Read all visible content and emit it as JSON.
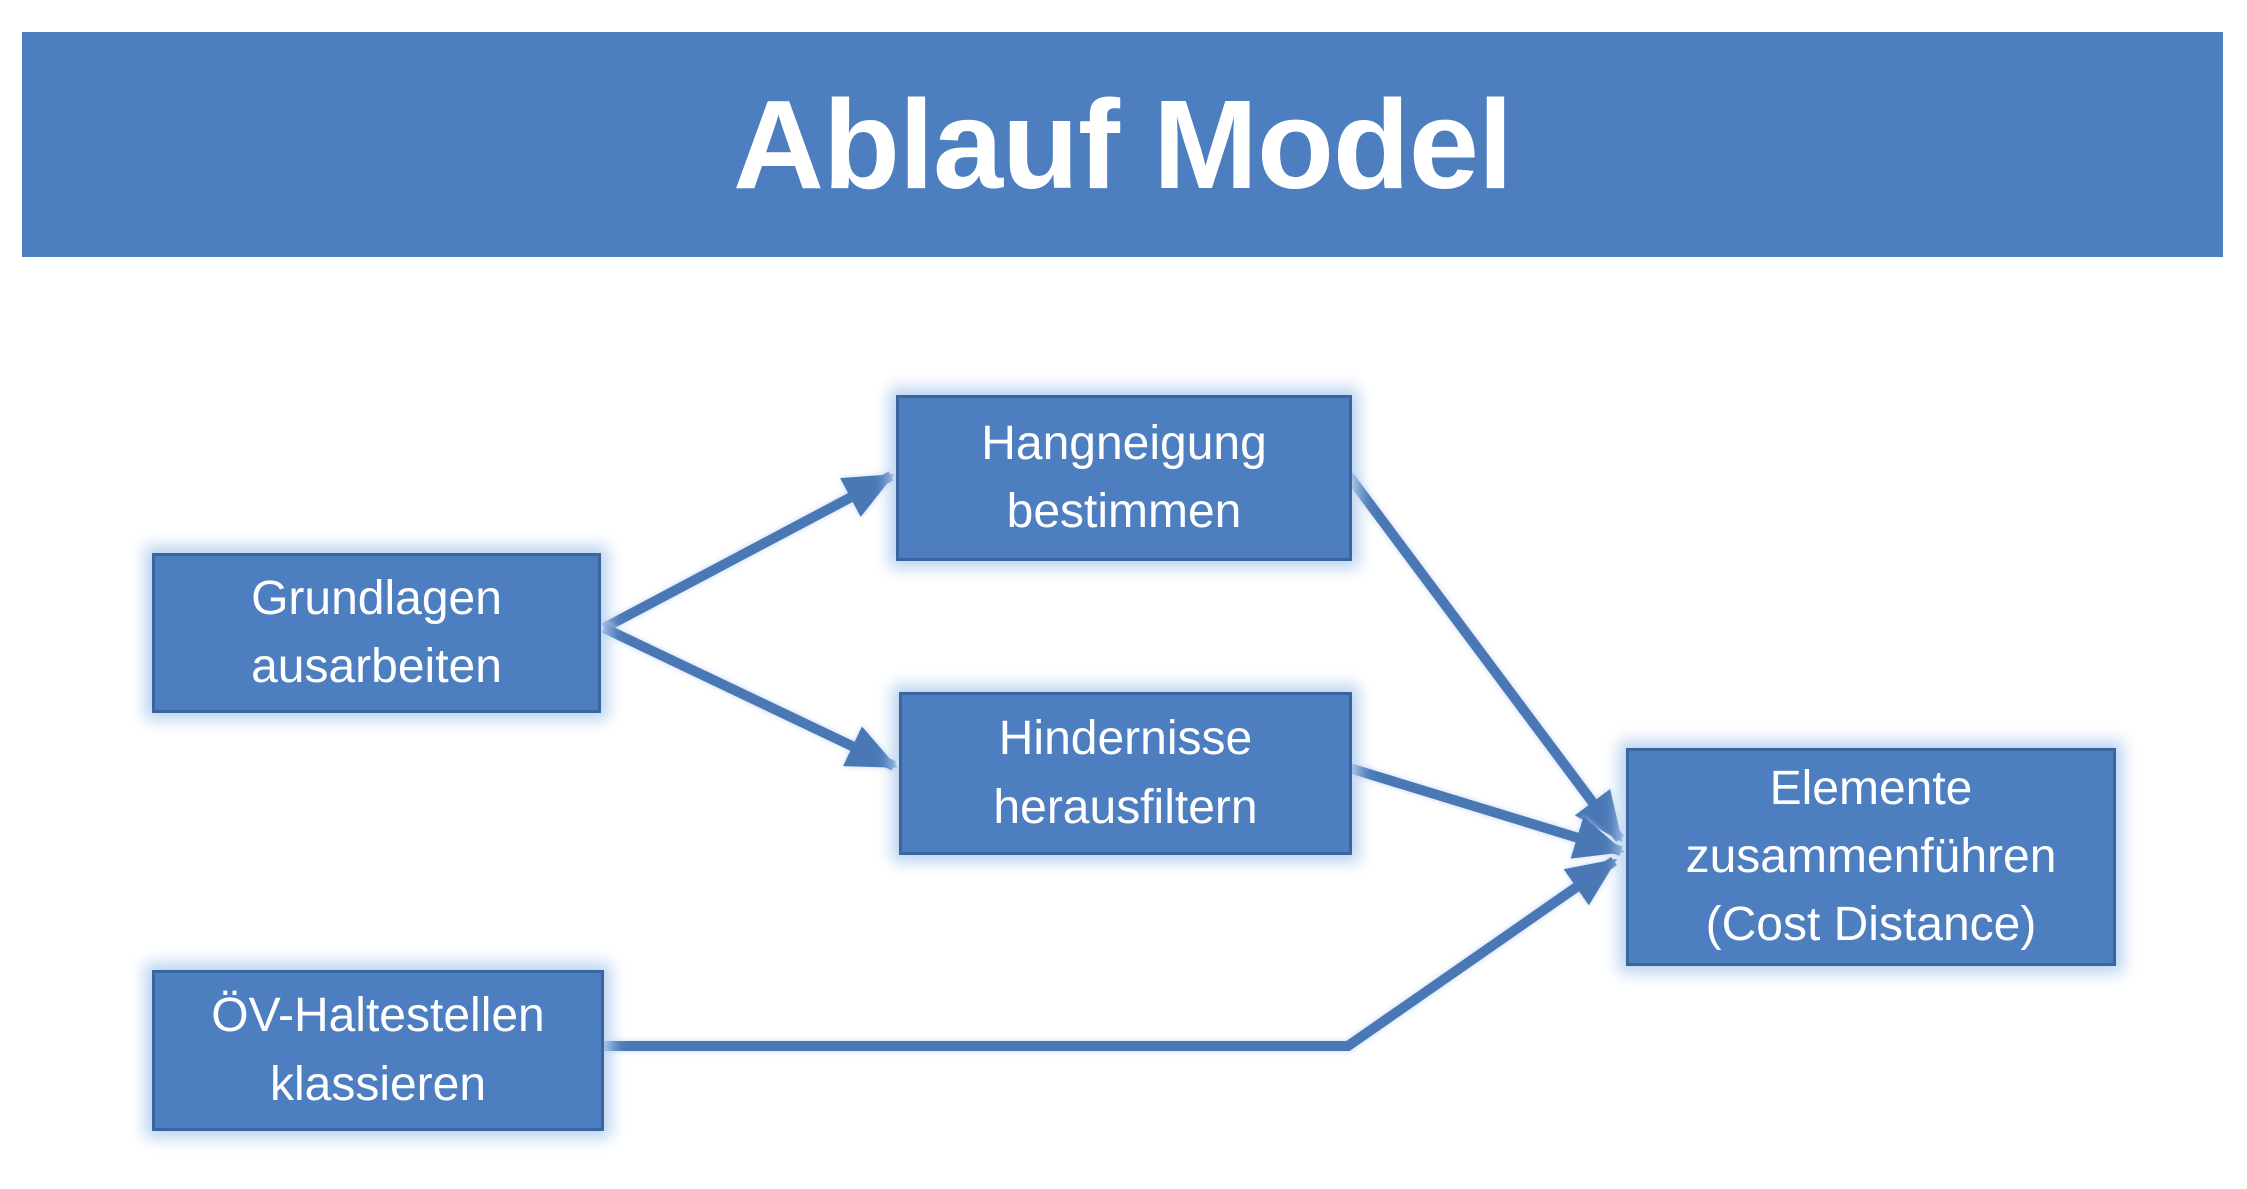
{
  "header": {
    "title": "Ablauf Model"
  },
  "colors": {
    "primary": "#4d7ebf",
    "box_border": "#3a659e",
    "glow": "#b9d2f0",
    "connector": "#4a78b5",
    "text": "#ffffff",
    "background": "#ffffff"
  },
  "diagram": {
    "nodes": [
      {
        "id": "grundlagen",
        "label": "Grundlagen\nausarbeiten"
      },
      {
        "id": "hangneigung",
        "label": "Hangneigung\nbestimmen"
      },
      {
        "id": "hindernisse",
        "label": "Hindernisse\nherausfiltern"
      },
      {
        "id": "oev",
        "label": "ÖV-Haltestellen\nklassieren"
      },
      {
        "id": "elemente",
        "label": "Elemente\nzusammenführen\n(Cost Distance)"
      }
    ],
    "edges": [
      {
        "from": "grundlagen",
        "to": "hangneigung"
      },
      {
        "from": "grundlagen",
        "to": "hindernisse"
      },
      {
        "from": "hangneigung",
        "to": "elemente"
      },
      {
        "from": "hindernisse",
        "to": "elemente"
      },
      {
        "from": "oev",
        "to": "elemente"
      }
    ]
  }
}
